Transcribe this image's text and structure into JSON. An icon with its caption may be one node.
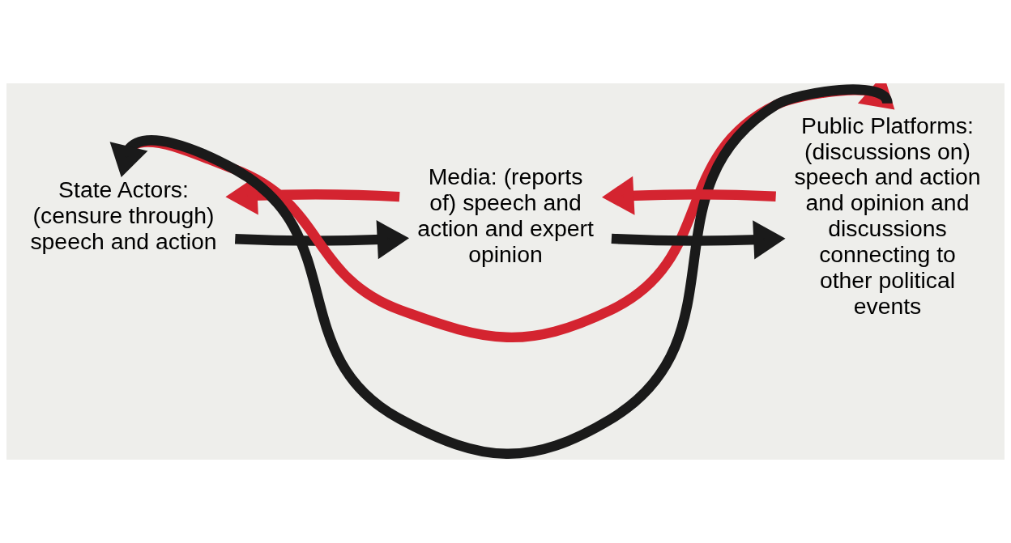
{
  "diagram": {
    "nodes": [
      {
        "text": [
          "State Actors: (censure through) speech and action"
        ]
      },
      {
        "text": [
          "Media: (reports of) speech and action and expert opinion"
        ]
      },
      {
        "text": [
          "Public Platforms: (discussions on) speech and action and opinion and discussions connecting to other political events"
        ]
      }
    ],
    "edges": [
      {
        "from": 0,
        "to": 1,
        "arrow": "to",
        "color": "#1a1a1a"
      },
      {
        "from": 1,
        "to": 0,
        "arrow": "to",
        "color": "#d42430"
      },
      {
        "from": 1,
        "to": 2,
        "arrow": "to",
        "color": "#1a1a1a"
      },
      {
        "from": 2,
        "to": 1,
        "arrow": "to",
        "color": "#d42430"
      },
      {
        "from": 2,
        "to": 0,
        "arrow": "to",
        "color": "#1a1a1a"
      },
      {
        "from": 0,
        "to": 2,
        "arrow": "to",
        "color": "#d42430"
      }
    ]
  }
}
